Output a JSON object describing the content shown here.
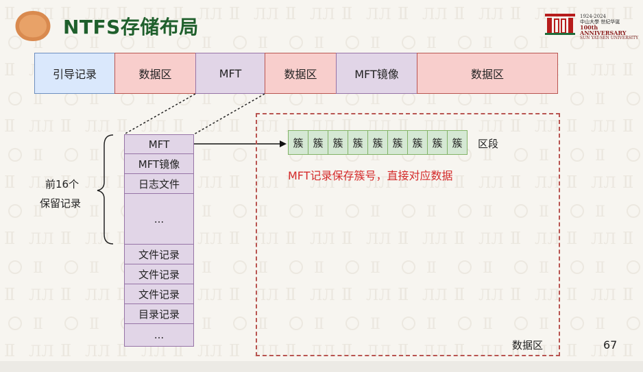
{
  "title": "NTFS存储布局",
  "logo": {
    "years": "1924-2024",
    "name_cn": "中山大學 世纪华诞",
    "anniversary": "100th ANNIVERSARY",
    "name_en": "SUN YAT-SEN UNIVERSITY"
  },
  "disk_layout": [
    "引导记录",
    "数据区",
    "MFT",
    "数据区",
    "MFT镜像",
    "数据区"
  ],
  "mft_entries": [
    "MFT",
    "MFT镜像",
    "日志文件",
    "...",
    "文件记录",
    "文件记录",
    "文件记录",
    "目录记录",
    "..."
  ],
  "reserved_label_line1": "前16个",
  "reserved_label_line2": "保留记录",
  "cluster_label": "簇",
  "cluster_count": 9,
  "extent_label": "区段",
  "note": "MFT记录保存簇号，直接对应数据",
  "data_region_label": "数据区",
  "page_number": "67",
  "colors": {
    "title": "#1f5f2c",
    "boot": "#dae8fc",
    "data": "#f8cecc",
    "mft": "#e1d5e7",
    "cluster": "#d5e8d4",
    "note": "#d42a2a",
    "dashed": "#b85450"
  }
}
